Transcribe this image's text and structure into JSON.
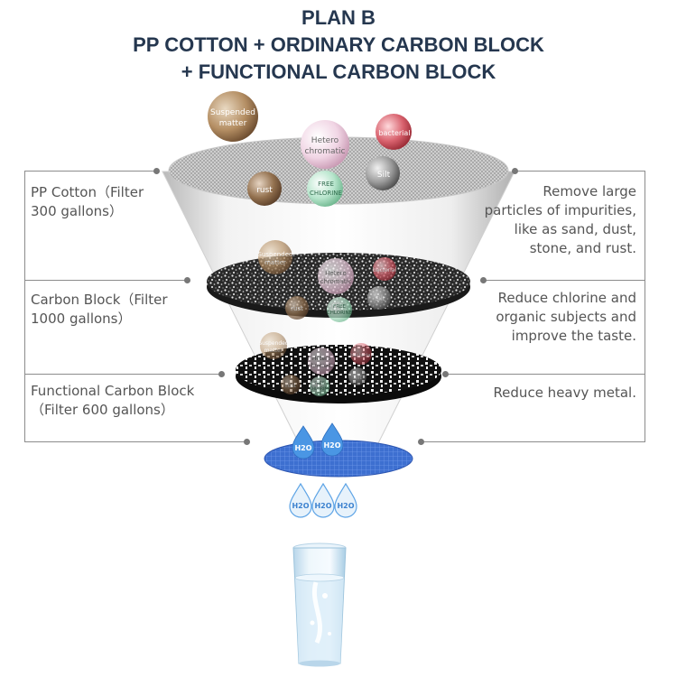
{
  "title": {
    "line1": "PLAN B",
    "line2": "PP COTTON + ORDINARY CARBON BLOCK",
    "line3": "+ FUNCTIONAL CARBON BLOCK"
  },
  "stages": [
    {
      "name_line1": "PP Cotton（Filter",
      "name_line2": "300 gallons）",
      "desc_line1": "Remove large",
      "desc_line2": "particles of impurities,",
      "desc_line3": "like as sand, dust,",
      "desc_line4": "stone, and rust."
    },
    {
      "name_line1": "Carbon Block（Filter",
      "name_line2": "1000 gallons）",
      "desc_line1": "Reduce chlorine and",
      "desc_line2": "organic subjects and",
      "desc_line3": "improve the taste."
    },
    {
      "name_line1": "Functional Carbon Block",
      "name_line2": "（Filter 600 gallons）",
      "desc_line1": "Reduce heavy metal."
    }
  ],
  "contaminants": {
    "suspended_1": "Suspended",
    "suspended_2": "matter",
    "hetero_1": "Hetero",
    "hetero_2": "chromatic",
    "bacterial": "bacterial",
    "silt": "Silt",
    "rust": "rust",
    "chlorine_1": "FREE",
    "chlorine_2": "CHLORINE"
  },
  "water": {
    "label": "H2O"
  },
  "colors": {
    "title": "#25374f",
    "suspended": "#9b7a55",
    "hetero": "#f0d8e6",
    "bacterial": "#d35a66",
    "silt": "#8a8a8a",
    "rust": "#8a6a4c",
    "chlorine": "#a8dcc0",
    "water_blue": "#3b8fe0",
    "outlet_blue": "#3567c9"
  }
}
